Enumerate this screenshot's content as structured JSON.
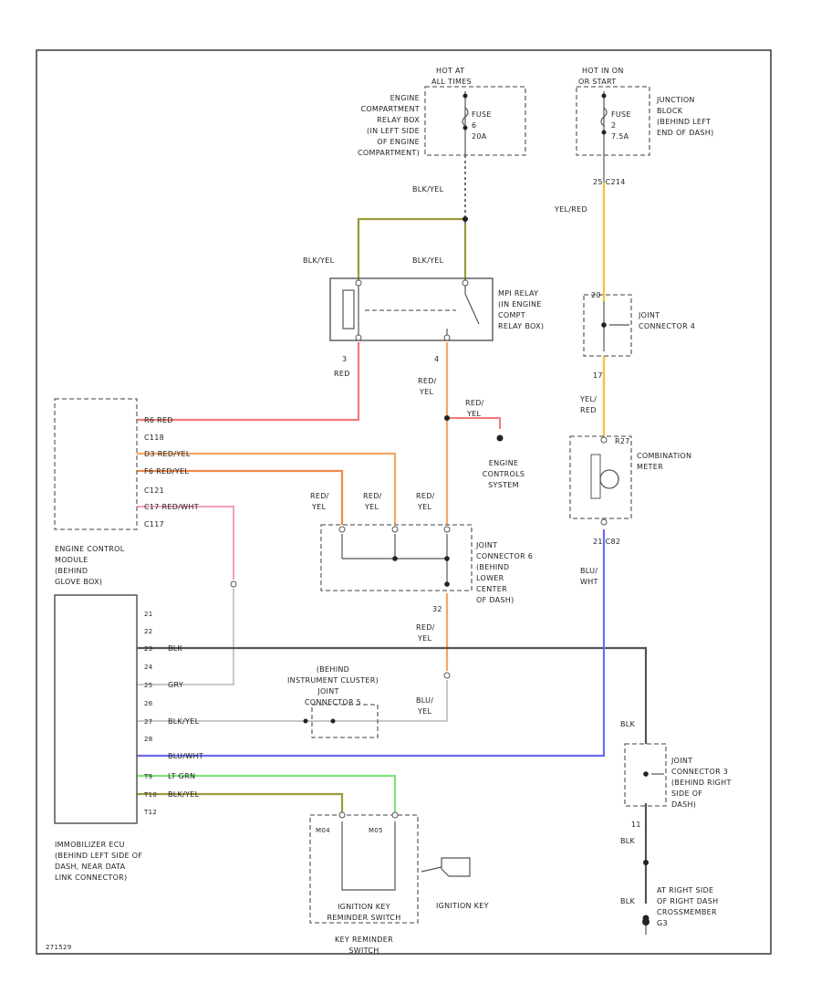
{
  "colors": {
    "red": "#f47a7a",
    "orange": "#f5a660",
    "yellow_red": "#f7c440",
    "blue": "#6c6cf0",
    "black": "#555555",
    "green": "#7ee27e",
    "olive": "#9a9a3c",
    "gray": "#c8c8c8",
    "pink": "#f3a0b8"
  },
  "labels": {
    "hot_at_all_times": [
      "HOT AT",
      "ALL TIMES"
    ],
    "fuse_left": [
      "FUSE",
      "6",
      "20A"
    ],
    "engine_comp_relay_box": [
      "ENGINE",
      "COMPARTMENT",
      "RELAY BOX",
      "(IN LEFT SIDE",
      "OF ENGINE",
      "COMPARTMENT)"
    ],
    "hot_in_on": [
      "HOT IN ON",
      "OR START"
    ],
    "fuse_right": [
      "FUSE",
      "2",
      "7.5A"
    ],
    "junction_block": [
      "JUNCTION",
      "BLOCK",
      "(BEHIND LEFT",
      "END OF DASH)"
    ],
    "pin_25_c214": "25   C214",
    "wire_yel_red": "YEL/RED",
    "wire_blk_yel_top": "BLK/YEL",
    "wire_blk_yel_left": "BLK/YEL",
    "wire_blk_yel_right": "BLK/YEL",
    "mpi_relay": [
      "MPI RELAY",
      "(IN ENGINE",
      "COMPT",
      "RELAY BOX)"
    ],
    "relay_pin_3": "3",
    "relay_pin_4": "4",
    "wire_red_relay": "RED",
    "wire_red_yel_relay": [
      "RED/",
      "YEL"
    ],
    "joint_connector_4": [
      "JOINT",
      "CONNECTOR 4"
    ],
    "jc4_pin_top": "20",
    "jc4_pin_bottom": "17",
    "wire_yel_red_2": [
      "YEL/",
      "RED"
    ],
    "wire_red_yel_branch": [
      "RED/",
      "YEL"
    ],
    "engine_controls_system": [
      "ENGINE",
      "CONTROLS",
      "SYSTEM"
    ],
    "combination_meter": [
      "COMBINATION",
      "METER"
    ],
    "meter_pin_top": "R27",
    "meter_pin_bottom": "21   C82",
    "ecm_wire_red": "R6 RED",
    "ecm_c118": "C118",
    "ecm_wire_red_yel_1": "D3 RED/YEL",
    "ecm_wire_red_yel_2": "F6 RED/YEL",
    "ecm_c121": "C121",
    "ecm_wire_red_wht": "C17 RED/WHT",
    "ecm_c117": "C117",
    "ecm_label": [
      "ENGINE CONTROL",
      "MODULE",
      "(BEHIND",
      "GLOVE BOX)"
    ],
    "wire_red_yel_a": [
      "RED/",
      "YEL"
    ],
    "wire_red_yel_b": [
      "RED/",
      "YEL"
    ],
    "wire_red_yel_c": [
      "RED/",
      "YEL"
    ],
    "joint_connector_6": [
      "JOINT",
      "CONNECTOR 6",
      "(BEHIND",
      "LOWER",
      "CENTER",
      "OF DASH)"
    ],
    "jc6_pin": "32",
    "wire_red_yel_d": [
      "RED/",
      "YEL"
    ],
    "wire_blu_wht": [
      "BLU/",
      "WHT"
    ],
    "imm_pins": [
      "21",
      "22",
      "23",
      "24",
      "25",
      "26",
      "27",
      "28",
      "T9",
      "T10",
      "T12"
    ],
    "imm_wire_blk": "BLK",
    "imm_wire_gry": "GRY",
    "imm_wire_blk_yel": "BLK/YEL",
    "imm_wire_blu_wht": "BLU/WHT",
    "imm_wire_lt_grn": "LT GRN",
    "imm_wire_blk_yel_2": "BLK/YEL",
    "instrument_jc": [
      "(BEHIND",
      "INSTRUMENT CLUSTER)",
      "JOINT",
      "CONNECTOR 5"
    ],
    "wire_blu_yel": [
      "BLU/",
      "YEL"
    ],
    "immobilizer_label": [
      "IMMOBILIZER ECU",
      "(BEHIND LEFT SIDE OF",
      "DASH, NEAR DATA",
      "LINK CONNECTOR)"
    ],
    "wire_blk_right": "BLK",
    "joint_connector_3": [
      "JOINT",
      "CONNECTOR 3",
      "(BEHIND RIGHT",
      "SIDE OF",
      "DASH)"
    ],
    "jc3_pin": "11",
    "wire_blk_lower": "BLK",
    "wire_blk_ground": "BLK",
    "ground_label": [
      "AT RIGHT SIDE",
      "OF RIGHT DASH",
      "CROSSMEMBER",
      "G3"
    ],
    "key_pins": [
      "M04",
      "M05"
    ],
    "key_switch_label": [
      "IGNITION KEY",
      "REMINDER SWITCH"
    ],
    "ignition_key": "IGNITION KEY",
    "key_reminder_switch": [
      "KEY REMINDER",
      "SWITCH"
    ],
    "figure_code": "271529"
  }
}
